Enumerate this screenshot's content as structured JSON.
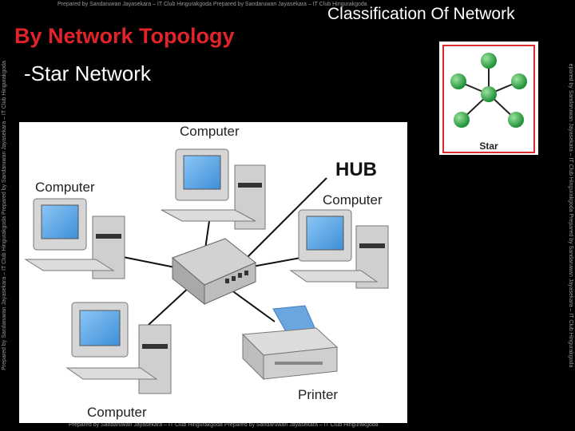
{
  "watermark": {
    "top": "Prepared by Sandaruwan Jayasekara – IT Club Hingurakgoda Prepared by Sandaruwan Jayasekara – IT Club Hingurakgoda",
    "bottom": "Prepared by Sandaruwan Jayasekara – IT Club Hingurakgoda Prepared by Sandaruwan Jayasekara – IT Club Hingurakgoda",
    "left": "Prepared by Sandaruwan Jayasekara – IT Club Hingurakgoda Prepared by Sandaruwan Jayasekara – IT Club Hingurakgoda",
    "right": "epared by Sandaruwan Jayasekara – IT Club Hingurakgoda Prepared by Sandaruwan Jayasekara – IT Club Hingurakgoda"
  },
  "slide_title": "Classification Of Network",
  "heading": "By Network Topology",
  "subheading": "-Star Network",
  "star_thumbnail": {
    "label": "Star"
  },
  "diagram": {
    "hub_label": "HUB",
    "computer_top": "Computer",
    "computer_left": "Computer",
    "computer_right": "Computer",
    "computer_bottom": "Computer",
    "printer": "Printer"
  },
  "colors": {
    "heading": "#e0242a",
    "node": "#2fb24a",
    "hub_body": "#c9c9c9",
    "screen": "#5aa7e8"
  }
}
